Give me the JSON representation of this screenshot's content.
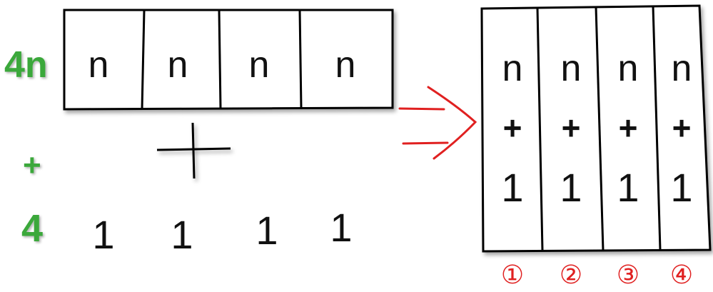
{
  "left": {
    "row_labels": {
      "top": "4n",
      "middle": "+",
      "bottom": "4"
    },
    "cells": [
      "n",
      "n",
      "n",
      "n"
    ],
    "plus": "+",
    "ones": [
      "1",
      "1",
      "1",
      "1"
    ]
  },
  "right": {
    "columns": [
      {
        "n": "n",
        "plus": "+",
        "one": "1",
        "marker": "①"
      },
      {
        "n": "n",
        "plus": "+",
        "one": "1",
        "marker": "②"
      },
      {
        "n": "n",
        "plus": "+",
        "one": "1",
        "marker": "③"
      },
      {
        "n": "n",
        "plus": "+",
        "one": "1",
        "marker": "④"
      }
    ]
  },
  "colors": {
    "label": "#3aa83a",
    "arrow": "#e02020",
    "ink": "#111111"
  }
}
